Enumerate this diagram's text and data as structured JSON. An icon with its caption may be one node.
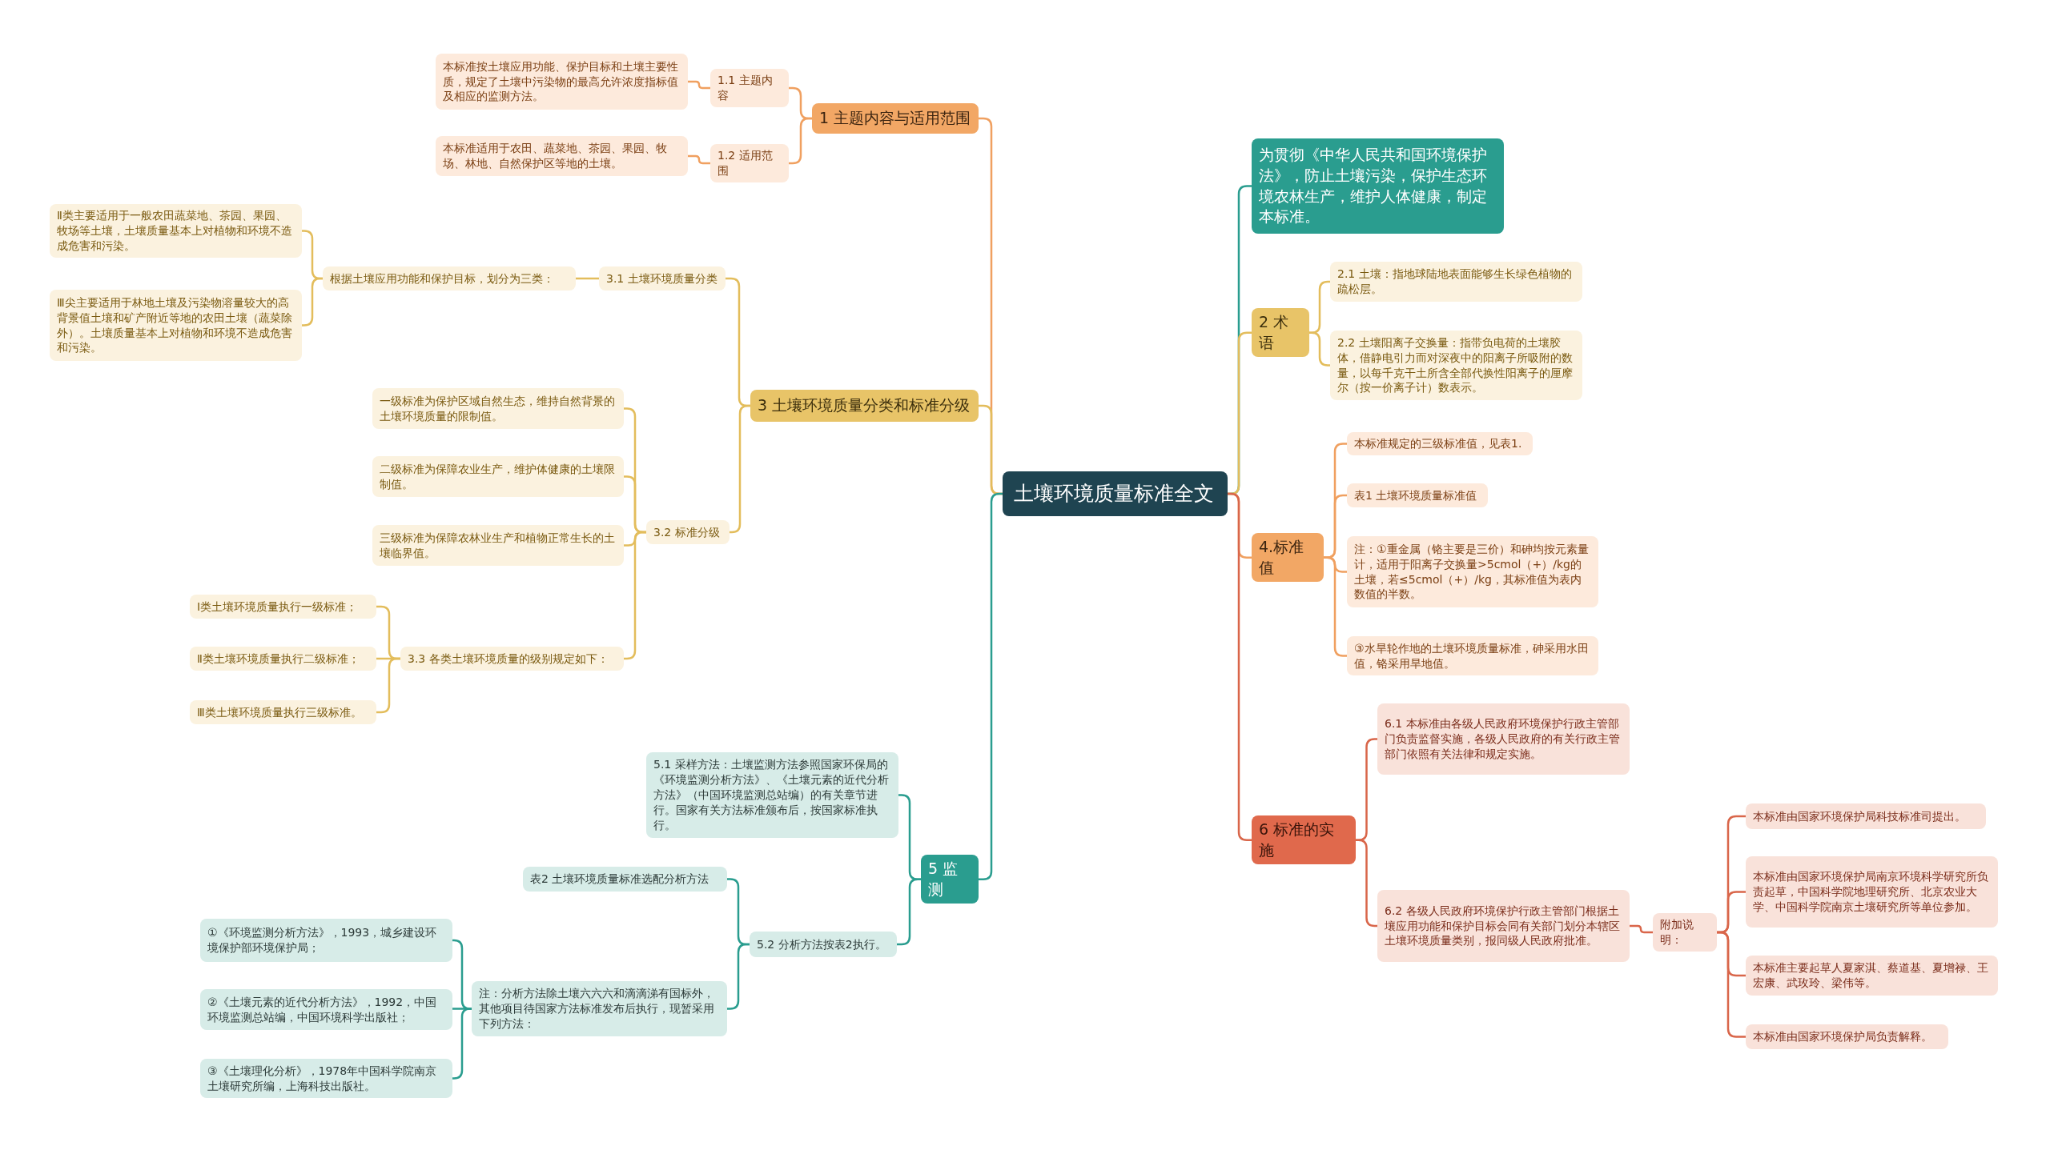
{
  "diagram": {
    "nodes": [
      {
        "text": [
          "土壤环境质量标准全文"
        ]
      },
      {
        "text": [
          "1 主题内容与适用范围"
        ]
      },
      {
        "text": [
          "1.1 主题内容"
        ]
      },
      {
        "text": [
          "本标准按土壤应用功能、保护目标和土壤主要性质，规定了土壤中污染物的最高允许浓度指标值及相应的监测方法。"
        ]
      },
      {
        "text": [
          "1.2 适用范围"
        ]
      },
      {
        "text": [
          "本标准适用于农田、蔬菜地、茶园、果园、牧场、林地、自然保护区等地的土壤。"
        ]
      },
      {
        "text": [
          "3 土壤环境质量分类和标准分级"
        ]
      },
      {
        "text": [
          "3.1 土壤环境质量分类"
        ]
      },
      {
        "text": [
          "根据土壤应用功能和保护目标，划分为三类："
        ]
      },
      {
        "text": [
          "Ⅱ类主要适用于一般农田蔬菜地、茶园、果园、牧场等土壤，土壤质量基本上对植物和环境不造成危害和污染。"
        ]
      },
      {
        "text": [
          "Ⅲ尖主要适用于林地土壤及污染物溶量较大的高背景值土壤和矿产附近等地的农田土壤（蔬菜除外）。土壤质量基本上对植物和环境不造成危害和污染。"
        ]
      },
      {
        "text": [
          "3.2 标准分级"
        ]
      },
      {
        "text": [
          "一级标准为保护区域自然生态，维持自然背景的土壤环境质量的限制值。"
        ]
      },
      {
        "text": [
          "二级标准为保障农业生产，维护体健康的土壤限制值。"
        ]
      },
      {
        "text": [
          "三级标准为保障农林业生产和植物正常生长的土壤临界值。"
        ]
      },
      {
        "text": [
          "3.3 各类土壤环境质量的级别规定如下："
        ]
      },
      {
        "text": [
          "Ⅰ类土壤环境质量执行一级标准；"
        ]
      },
      {
        "text": [
          "Ⅱ类土壤环境质量执行二级标准；"
        ]
      },
      {
        "text": [
          "Ⅲ类土壤环境质量执行三级标准。"
        ]
      },
      {
        "text": [
          "5 监测"
        ]
      },
      {
        "text": [
          "5.1 采样方法：土壤监测方法参照国家环保局的《环境监测分析方法》、《土壤元素的近代分析方法》（中国环境监测总站编）的有关章节进行。国家有关方法标准颁布后，按国家标准执行。"
        ]
      },
      {
        "text": [
          "5.2 分析方法按表2执行。"
        ]
      },
      {
        "text": [
          "表2 土壤环境质量标准选配分析方法"
        ]
      },
      {
        "text": [
          "注：分析方法除土壤六六六和滴滴涕有国标外，其他项目待国家方法标准发布后执行，现暂采用下列方法："
        ]
      },
      {
        "text": [
          "①《环境监测分析方法》，1993，城乡建设环境保护部环境保护局；"
        ]
      },
      {
        "text": [
          "②《土壤元素的近代分析方法》，1992，中国环境监测总站编，中国环境科学出版社；"
        ]
      },
      {
        "text": [
          "③《土壤理化分析》，1978年中国科学院南京土壤研究所编，上海科技出版社。"
        ]
      },
      {
        "text": [
          "为贯彻《中华人民共和国环境保护法》，防止土壤污染，保护生态环境农林生产，维护人体健康，制定本标准。"
        ]
      },
      {
        "text": [
          "2 术语"
        ]
      },
      {
        "text": [
          "2.1 土壤：指地球陆地表面能够生长绿色植物的疏松层。"
        ]
      },
      {
        "text": [
          "2.2 土壤阳离子交换量：指带负电荷的土壤胶体，借静电引力而对深夜中的阳离子所吸附的数量，以每千克干土所含全部代换性阳离子的厘摩尔（按一价离子计）数表示。"
        ]
      },
      {
        "text": [
          "4.标准值"
        ]
      },
      {
        "text": [
          "本标准规定的三级标准值，见表1."
        ]
      },
      {
        "text": [
          "表1 土壤环境质量标准值"
        ]
      },
      {
        "text": [
          "注：①重金属（铬主要是三价）和砷均按元素量计，适用于阳离子交换量>5cmol（+）/kg的土壤，若≤5cmol（+）/kg，其标准值为表内数值的半数。"
        ]
      },
      {
        "text": [
          "③水旱轮作地的土壤环境质量标准，砷采用水田值，铬采用旱地值。"
        ]
      },
      {
        "text": [
          "6 标准的实施"
        ]
      },
      {
        "text": [
          "6.1 本标准由各级人民政府环境保护行政主管部门负责监督实施，各级人民政府的有关行政主管部门依照有关法律和规定实施。"
        ]
      },
      {
        "text": [
          "6.2 各级人民政府环境保护行政主管部门根据土壤应用功能和保护目标会同有关部门划分本辖区土壤环境质量类别，报同级人民政府批准。"
        ]
      },
      {
        "text": [
          "附加说明："
        ]
      },
      {
        "text": [
          "本标准由国家环境保护局科技标准司提出。"
        ]
      },
      {
        "text": [
          "本标准由国家环境保护局南京环境科学研究所负责起草，中国科学院地理研究所、北京农业大学、中国科学院南京土壤研究所等单位参加。"
        ]
      },
      {
        "text": [
          "本标准主要起草人夏家淇、蔡道基、夏增禄、王宏康、武玫玲、梁伟等。"
        ]
      },
      {
        "text": [
          "本标准由国家环境保护局负责解释。"
        ]
      }
    ],
    "edges": [
      {
        "from": 0,
        "to": 1,
        "arrow": "none",
        "color": "#f0a060"
      },
      {
        "from": 1,
        "to": 2,
        "arrow": "none",
        "color": "#f0a060"
      },
      {
        "from": 2,
        "to": 3,
        "arrow": "none",
        "color": "#f0a060"
      },
      {
        "from": 1,
        "to": 4,
        "arrow": "none",
        "color": "#f0a060"
      },
      {
        "from": 4,
        "to": 5,
        "arrow": "none",
        "color": "#f0a060"
      },
      {
        "from": 0,
        "to": 6,
        "arrow": "none"
      },
      {
        "from": 6,
        "to": 7,
        "arrow": "none"
      },
      {
        "from": 7,
        "to": 8,
        "arrow": "none"
      },
      {
        "from": 8,
        "to": 9,
        "arrow": "none"
      },
      {
        "from": 8,
        "to": 10,
        "arrow": "none"
      },
      {
        "from": 6,
        "to": 11,
        "arrow": "none"
      },
      {
        "from": 11,
        "to": 12,
        "arrow": "none"
      },
      {
        "from": 11,
        "to": 13,
        "arrow": "none"
      },
      {
        "from": 11,
        "to": 14,
        "arrow": "none"
      },
      {
        "from": 11,
        "to": 15,
        "arrow": "none"
      },
      {
        "from": 15,
        "to": 16,
        "arrow": "none"
      },
      {
        "from": 15,
        "to": 17,
        "arrow": "none"
      },
      {
        "from": 15,
        "to": 18,
        "arrow": "none"
      },
      {
        "from": 0,
        "to": 19,
        "arrow": "none",
        "color": "#2a9d8f"
      },
      {
        "from": 19,
        "to": 20,
        "arrow": "none",
        "color": "#2a9d8f"
      },
      {
        "from": 19,
        "to": 21,
        "arrow": "none",
        "color": "#2a9d8f"
      },
      {
        "from": 21,
        "to": 22,
        "arrow": "none",
        "color": "#2a9d8f"
      },
      {
        "from": 21,
        "to": 23,
        "arrow": "none",
        "color": "#2a9d8f"
      },
      {
        "from": 23,
        "to": 24,
        "arrow": "none",
        "color": "#2a9d8f"
      },
      {
        "from": 23,
        "to": 25,
        "arrow": "none",
        "color": "#2a9d8f"
      },
      {
        "from": 23,
        "to": 26,
        "arrow": "none",
        "color": "#2a9d8f"
      },
      {
        "from": 0,
        "to": 27,
        "arrow": "none",
        "color": "#2a9d8f"
      },
      {
        "from": 0,
        "to": 28,
        "arrow": "none"
      },
      {
        "from": 28,
        "to": 29,
        "arrow": "none"
      },
      {
        "from": 28,
        "to": 30,
        "arrow": "none"
      },
      {
        "from": 0,
        "to": 31,
        "arrow": "none",
        "color": "#f0a060"
      },
      {
        "from": 31,
        "to": 32,
        "arrow": "none",
        "color": "#f0a060"
      },
      {
        "from": 31,
        "to": 33,
        "arrow": "none",
        "color": "#f0a060"
      },
      {
        "from": 31,
        "to": 34,
        "arrow": "none",
        "color": "#f0a060"
      },
      {
        "from": 31,
        "to": 35,
        "arrow": "none",
        "color": "#f0a060"
      },
      {
        "from": 0,
        "to": 36,
        "arrow": "none",
        "color": "#d9664a"
      },
      {
        "from": 36,
        "to": 37,
        "arrow": "none",
        "color": "#d9664a"
      },
      {
        "from": 36,
        "to": 38,
        "arrow": "none",
        "color": "#d9664a"
      },
      {
        "from": 38,
        "to": 39,
        "arrow": "none",
        "color": "#d9664a"
      },
      {
        "from": 39,
        "to": 40,
        "arrow": "none",
        "color": "#d9664a"
      },
      {
        "from": 39,
        "to": 41,
        "arrow": "none",
        "color": "#d9664a"
      },
      {
        "from": 39,
        "to": 42,
        "arrow": "none",
        "color": "#d9664a"
      },
      {
        "from": 39,
        "to": 43,
        "arrow": "none",
        "color": "#d9664a"
      }
    ]
  }
}
